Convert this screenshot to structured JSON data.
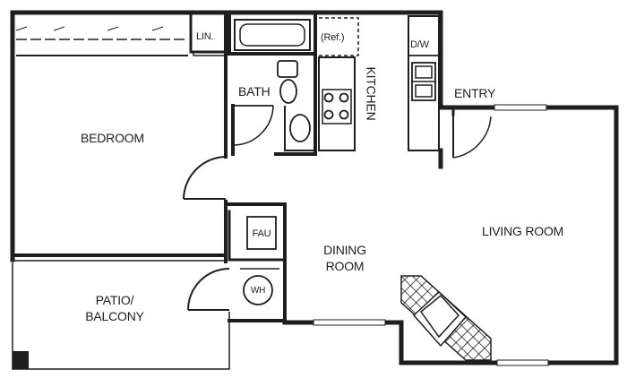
{
  "plan": {
    "rooms": {
      "bedroom": "BEDROOM",
      "lin": "LIN.",
      "bath": "BATH",
      "ref": "(Ref.)",
      "dw": "D/W",
      "kitchen": "KITCHEN",
      "entry": "ENTRY",
      "living_room": "LIVING ROOM",
      "dining_room_line1": "DINING",
      "dining_room_line2": "ROOM",
      "patio_line1": "PATIO/",
      "patio_line2": "BALCONY",
      "fau": "FAU",
      "wh": "WH"
    },
    "colors": {
      "line": "#1e1e1e",
      "background": "#ffffff"
    }
  }
}
